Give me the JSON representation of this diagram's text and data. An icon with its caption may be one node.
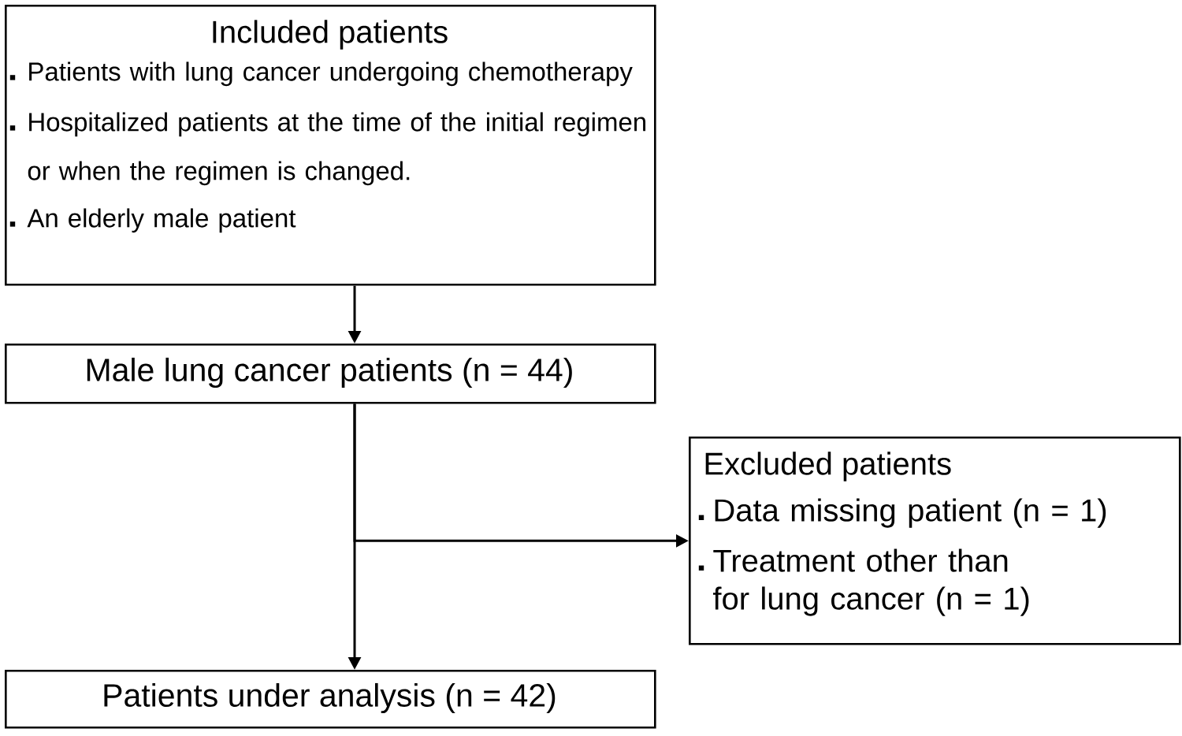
{
  "diagram": {
    "nodes": [
      {
        "text": [
          "Included patients",
          "Patients with lung cancer undergoing chemotherapy",
          "Hospitalized patients at the time of the initial regimen or when the regimen is changed.",
          "An elderly male patient"
        ]
      },
      {
        "text": [
          "Male lung cancer patients (n = 44)"
        ]
      },
      {
        "text": [
          "Excluded patients",
          "Data missing patient (n = 1)",
          "Treatment other than for lung cancer (n = 1)"
        ]
      },
      {
        "text": [
          "Patients under analysis (n = 42)"
        ]
      }
    ],
    "edges": [
      {
        "from": 0,
        "to": 1,
        "arrow": "to"
      },
      {
        "from": 1,
        "to": 3,
        "arrow": "to"
      },
      {
        "from": 1,
        "to": 2,
        "arrow": "to"
      }
    ]
  }
}
